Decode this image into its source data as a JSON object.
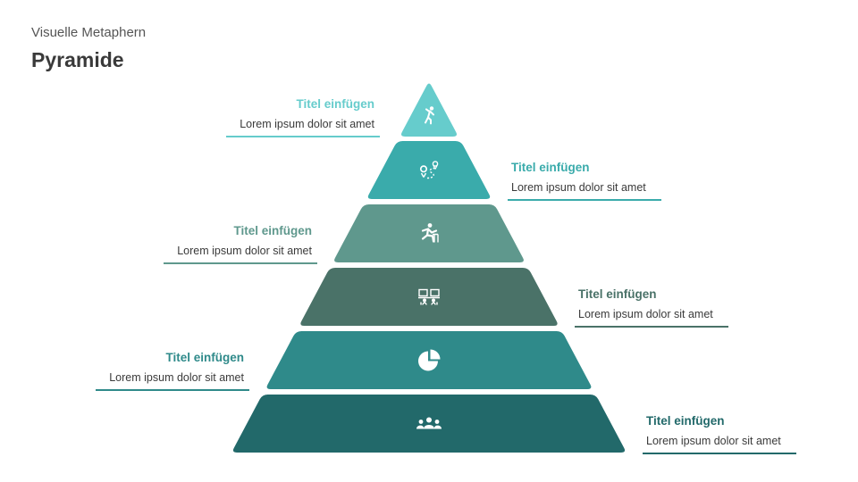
{
  "header": {
    "supertitle": "Visuelle Metaphern",
    "title": "Pyramide"
  },
  "levels": [
    {
      "title": "Titel einfügen",
      "text": "Lorem ipsum dolor sit amet",
      "color": "#66cccc",
      "icon": "person-climbing-icon",
      "side": "left"
    },
    {
      "title": "Titel einfügen",
      "text": "Lorem ipsum dolor sit amet",
      "color": "#3aabab",
      "icon": "route-pin-icon",
      "side": "right"
    },
    {
      "title": "Titel einfügen",
      "text": "Lorem ipsum dolor sit amet",
      "color": "#5f988d",
      "icon": "hurdle-runner-icon",
      "side": "left"
    },
    {
      "title": "Titel einfügen",
      "text": "Lorem ipsum dolor sit amet",
      "color": "#4a7268",
      "icon": "presentation-icon",
      "side": "right"
    },
    {
      "title": "Titel einfügen",
      "text": "Lorem ipsum dolor sit amet",
      "color": "#2f8a8a",
      "icon": "pie-chart-icon",
      "side": "left"
    },
    {
      "title": "Titel einfügen",
      "text": "Lorem ipsum dolor sit amet",
      "color": "#22696a",
      "icon": "team-icon",
      "side": "right"
    }
  ]
}
